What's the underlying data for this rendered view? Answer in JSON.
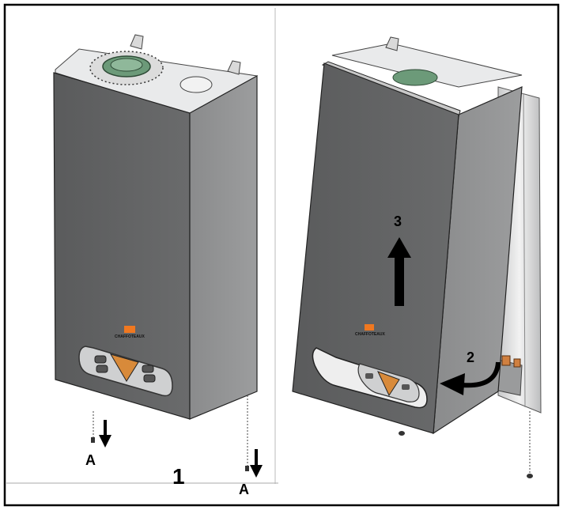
{
  "colors": {
    "frame": "#000000",
    "cover_front": "#5f6061",
    "cover_side": "#8d8e8f",
    "top_plate": "#e9eaeb",
    "duct_green": "#6c9a79",
    "brand_orange": "#f07820",
    "bracket": "#d6d7d8",
    "label_text": "#000000"
  },
  "labels": {
    "screw_left": "A",
    "screw_right": "A",
    "step_1": "1",
    "step_2": "2",
    "step_3": "3",
    "brand_left": "CHAFFOTEAUX",
    "brand_right": "CHAFFOTEAUX"
  },
  "icons": [
    "down-arrow-icon",
    "up-arrow-icon",
    "curved-arrow-icon",
    "screw-icon"
  ]
}
